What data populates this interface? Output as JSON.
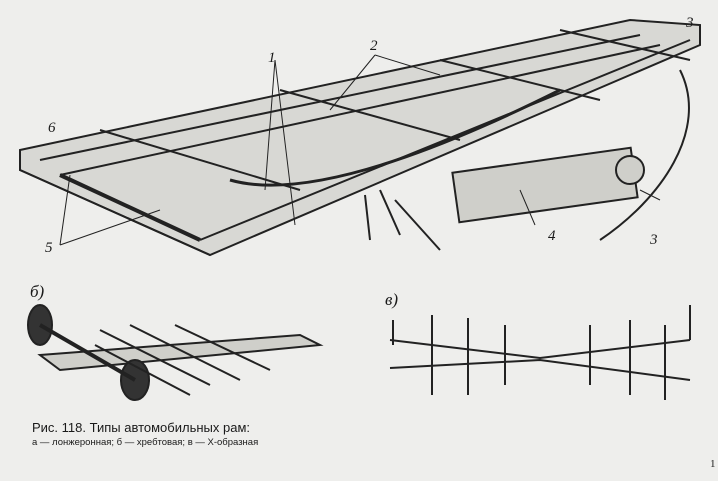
{
  "figure": {
    "caption_title": "Рис. 118. Типы автомобильных рам:",
    "caption_legend": "а — лонжеронная; б — хребтовая; в — Х-образная",
    "callouts": [
      "1",
      "2",
      "3",
      "4",
      "3",
      "5",
      "6"
    ],
    "panel_b_label": "б)",
    "panel_v_label": "в)"
  },
  "page_number": "1"
}
